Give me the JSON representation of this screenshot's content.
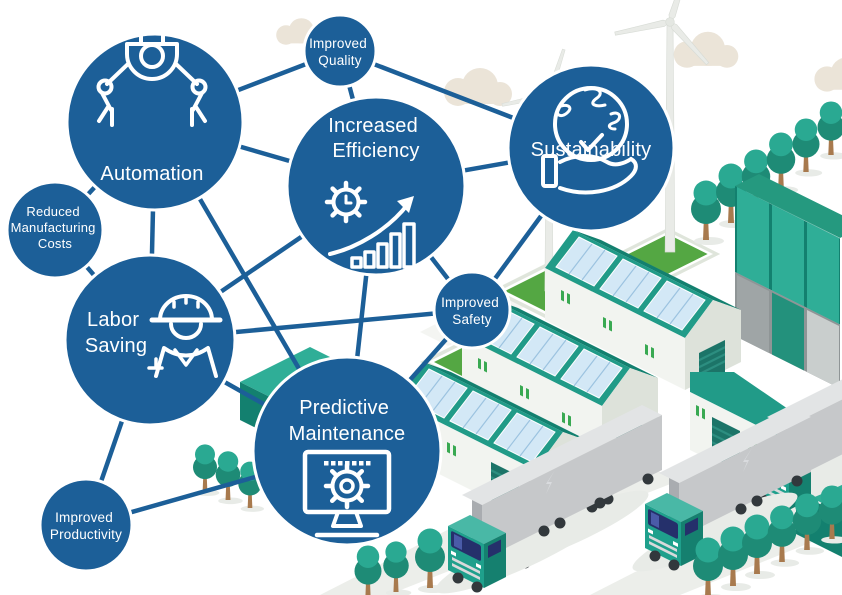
{
  "diagram": {
    "node_fill": "#1c5f98",
    "line_color": "#1c5f98",
    "label_color": "#ffffff",
    "nodes": {
      "automation": {
        "label_lines": [
          "Automation"
        ],
        "icon": "robot-gripper-icon"
      },
      "increased_efficiency": {
        "label_lines": [
          "Increased",
          "Efficiency"
        ],
        "icon": "gear-clock-growth-icon"
      },
      "sustainability": {
        "label_lines": [
          "Sustainability"
        ],
        "icon": "globe-in-hand-icon"
      },
      "labor_saving": {
        "label_lines": [
          "Labor",
          "Saving"
        ],
        "icon": "construction-worker-icon"
      },
      "predictive_maintenance": {
        "label_lines": [
          "Predictive",
          "Maintenance"
        ],
        "icon": "monitor-gear-icon"
      },
      "improved_quality": {
        "label_lines": [
          "Improved",
          "Quality"
        ]
      },
      "reduced_manufacturing_costs": {
        "label_lines": [
          "Reduced",
          "Manufacturing",
          "Costs"
        ]
      },
      "improved_safety": {
        "label_lines": [
          "Improved",
          "Safety"
        ]
      },
      "improved_productivity": {
        "label_lines": [
          "Improved",
          "Productivity"
        ]
      }
    },
    "connections": [
      [
        "automation",
        "improved_quality"
      ],
      [
        "automation",
        "increased_efficiency"
      ],
      [
        "automation",
        "reduced_manufacturing_costs"
      ],
      [
        "automation",
        "labor_saving"
      ],
      [
        "automation",
        "predictive_maintenance"
      ],
      [
        "improved_quality",
        "increased_efficiency"
      ],
      [
        "improved_quality",
        "sustainability"
      ],
      [
        "increased_efficiency",
        "sustainability"
      ],
      [
        "increased_efficiency",
        "labor_saving"
      ],
      [
        "increased_efficiency",
        "predictive_maintenance"
      ],
      [
        "increased_efficiency",
        "improved_safety"
      ],
      [
        "reduced_manufacturing_costs",
        "labor_saving"
      ],
      [
        "labor_saving",
        "improved_safety"
      ],
      [
        "labor_saving",
        "predictive_maintenance"
      ],
      [
        "labor_saving",
        "improved_productivity"
      ],
      [
        "improved_productivity",
        "predictive_maintenance"
      ],
      [
        "predictive_maintenance",
        "improved_safety"
      ],
      [
        "improved_safety",
        "sustainability"
      ]
    ]
  },
  "scene": {
    "colors": {
      "roof_teal": "#219b88",
      "roof_teal_dark": "#13806f",
      "panel": "#d3e8f6",
      "panel_line": "#9cc3e0",
      "wall": "#f2f4f0",
      "wall_shade": "#dde2da",
      "door_teal": "#1c7468",
      "grass": "#54a743",
      "pad_frame": "#dfe5db",
      "tree": "#2aa992",
      "tree_dark": "#1e8b76",
      "trunk": "#a87a4e",
      "truck_teal": "#1fa08c",
      "truck_teal_dark": "#15806f",
      "truck_top": "#49b8a6",
      "trailer": "#c6c8ca",
      "trailer_top": "#e2e4e5",
      "trailer_back": "#a9acb0",
      "window_navy": "#25306b",
      "cloud": "#ebe4d8",
      "road": "#eceeea",
      "pole": "#e9ebe7",
      "container_teal": "#2fae97",
      "container_teal_dark": "#1a8471",
      "container_gray": "#9fa5a6",
      "tick_green": "#39a952"
    }
  }
}
